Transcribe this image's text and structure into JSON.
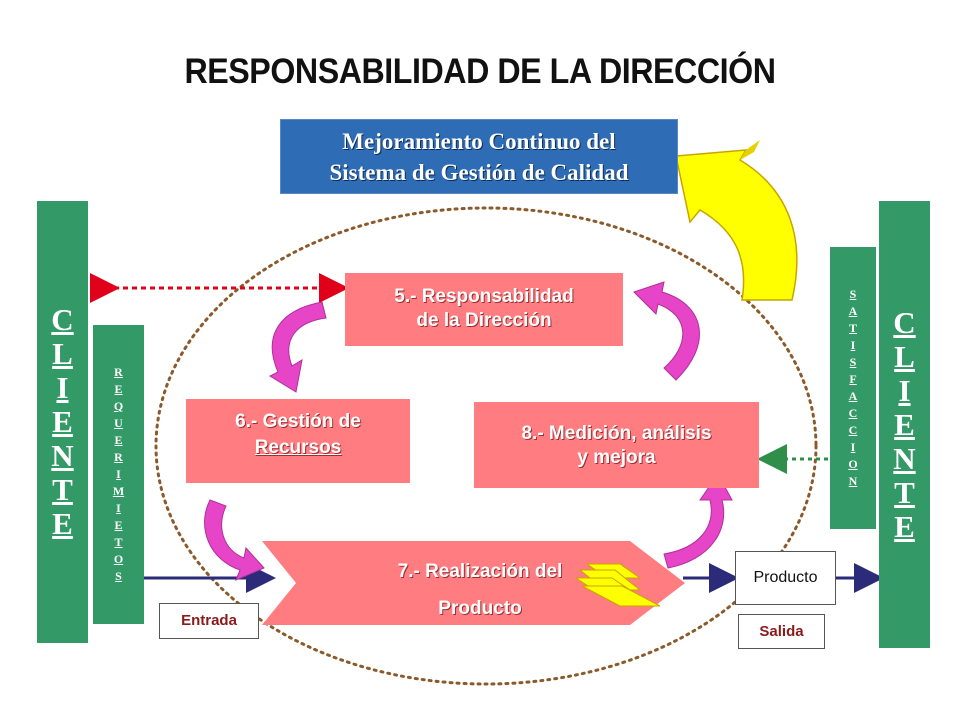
{
  "title": "RESPONSABILIDAD DE LA DIRECCIÓN",
  "mejora": {
    "line1": "Mejoramiento Continuo del",
    "line2": "Sistema de Gestión de Calidad"
  },
  "cliente_left": [
    "C",
    "L",
    "I",
    "E",
    "N",
    "T",
    "E"
  ],
  "cliente_right": [
    "C",
    "L",
    "I",
    "E",
    "N",
    "T",
    "E"
  ],
  "requerimientos": [
    "R",
    "E",
    "Q",
    "U",
    "E",
    "R",
    "I",
    "M",
    "I",
    "E",
    "T",
    "O",
    "S"
  ],
  "satisfaccion": [
    "S",
    "A",
    "T",
    "I",
    "S",
    "F",
    "A",
    "C",
    "C",
    "I",
    "O",
    "N"
  ],
  "boxes": {
    "b5": {
      "line1": "5.- Responsabilidad",
      "line2": "de la Dirección"
    },
    "b6": {
      "line1": "6.- Gestión de",
      "line2": "Recursos"
    },
    "b8": {
      "line1": "8.- Medición, análisis",
      "line2": "y mejora"
    },
    "b7": {
      "line1": "7.- Realización del",
      "line2": "Producto"
    }
  },
  "labels": {
    "entrada": "Entrada",
    "salida": "Salida",
    "producto": "Producto"
  },
  "colors": {
    "green": "#339966",
    "pink_box": "#ff7c80",
    "blue_box": "#2e6db5",
    "magenta_arrow": "#e645c7",
    "yellow_arrow": "#ffff00",
    "red_dashed": "#e0001a",
    "green_dashed": "#2f8f4a",
    "navy_arrow": "#2b2b7a"
  }
}
